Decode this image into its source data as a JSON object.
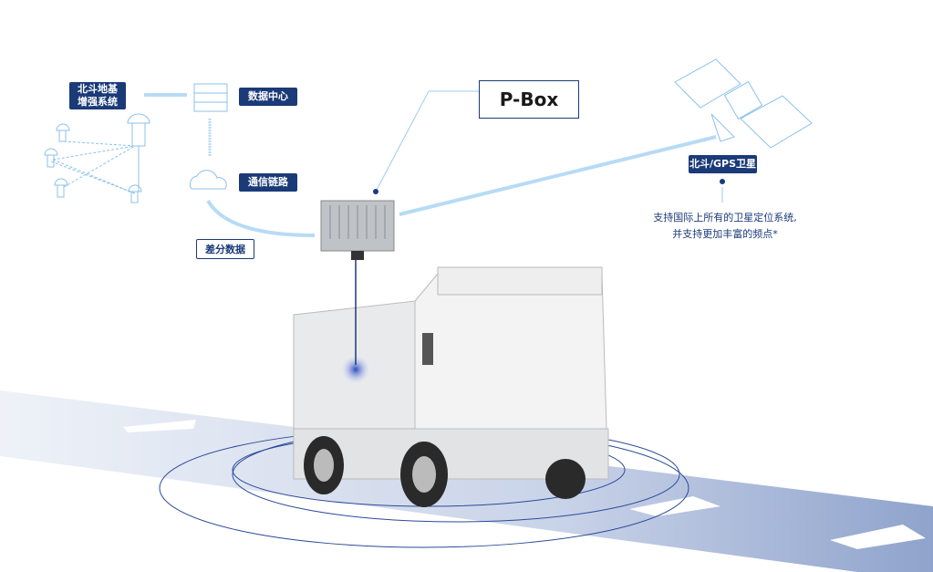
{
  "labels": {
    "beidou_ground": "北斗地基\n增强系统",
    "data_center": "数据中心",
    "comm_link": "通信链路",
    "diff_data": "差分数据",
    "pbox": "P-Box",
    "satellite": "北斗/GPS卫星",
    "note_line1": "支持国际上所有的卫星定位系统,",
    "note_line2": "并支持更加丰富的频点*"
  },
  "colors": {
    "navy": "#1a3a78",
    "light_blue": "#9fcbee",
    "road": "#dfe6f2"
  }
}
